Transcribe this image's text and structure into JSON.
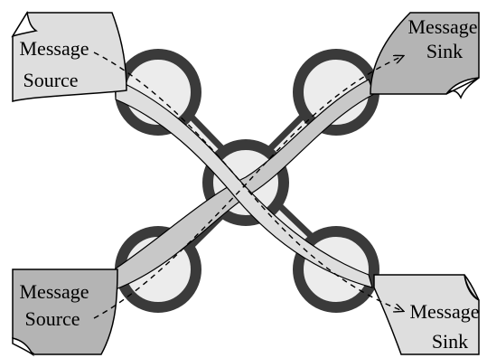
{
  "colors": {
    "background": "#ffffff",
    "ring_stroke": "#3a3a3a",
    "ring_fill": "#ececec",
    "connector": "#3a3a3a",
    "flag_light": "#dedede",
    "flag_dark": "#b4b4b4",
    "outline": "#000000"
  },
  "flags": {
    "top_left": {
      "line1": "Message",
      "line2": "Source"
    },
    "top_right": {
      "line1": "Message",
      "line2": "Sink"
    },
    "bottom_left": {
      "line1": "Message",
      "line2": "Source"
    },
    "bottom_right": {
      "line1": "Message",
      "line2": "Sink"
    }
  }
}
